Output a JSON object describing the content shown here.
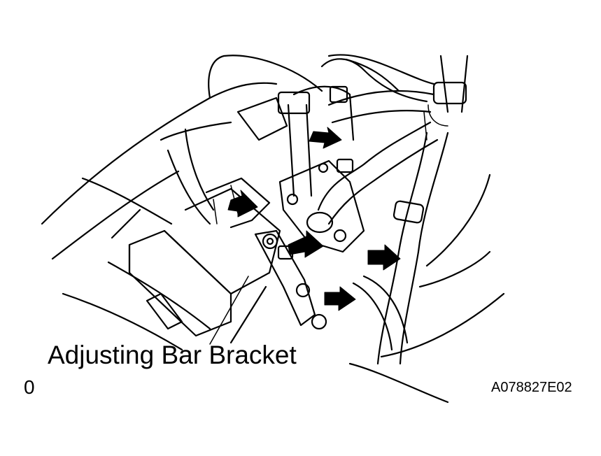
{
  "labels": {
    "main": "Adjusting Bar Bracket",
    "zero": "0",
    "code": "A078827E02"
  },
  "icons": [
    "arrow-icon"
  ]
}
